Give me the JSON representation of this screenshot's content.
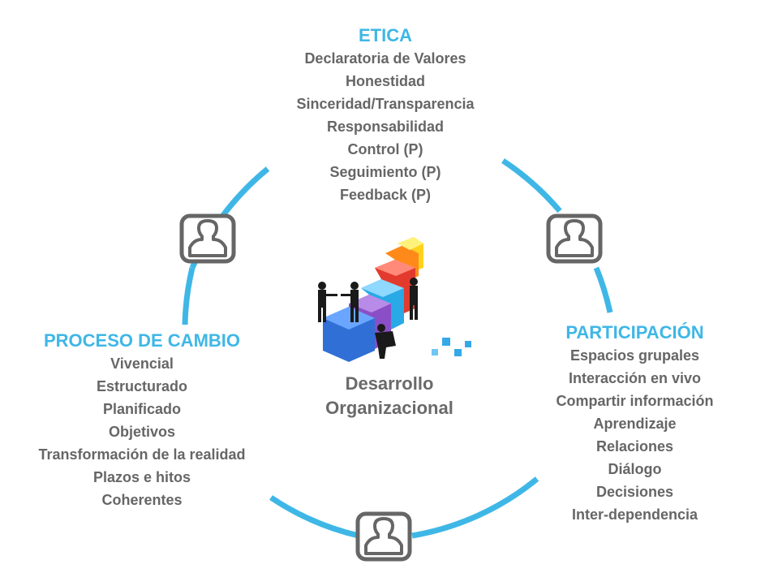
{
  "etica": {
    "title": "ETICA",
    "items": [
      "Declaratoria de Valores",
      "Honestidad",
      "Sinceridad/Transparencia",
      "Responsabilidad",
      "Control (P)",
      "Seguimiento (P)",
      "Feedback (P)"
    ]
  },
  "participacion": {
    "title": "PARTICIPACIÓN",
    "items": [
      "Espacios grupales",
      "Interacción en vivo",
      "Compartir información",
      "Aprendizaje",
      "Relaciones",
      "Diálogo",
      "Decisiones",
      "Inter-dependencia"
    ]
  },
  "proceso": {
    "title": "PROCESO DE CAMBIO",
    "items": [
      "Vivencial",
      "Estructurado",
      "Planificado",
      "Objetivos",
      "Transformación de la realidad",
      "Plazos e hitos",
      "Coherentes"
    ]
  },
  "center": {
    "line1": "Desarrollo",
    "line2": "Organizacional"
  },
  "colors": {
    "accent": "#3fb7e6",
    "text": "#666666",
    "icon": "#666666"
  },
  "icons": [
    "person-icon",
    "person-icon",
    "person-icon"
  ]
}
